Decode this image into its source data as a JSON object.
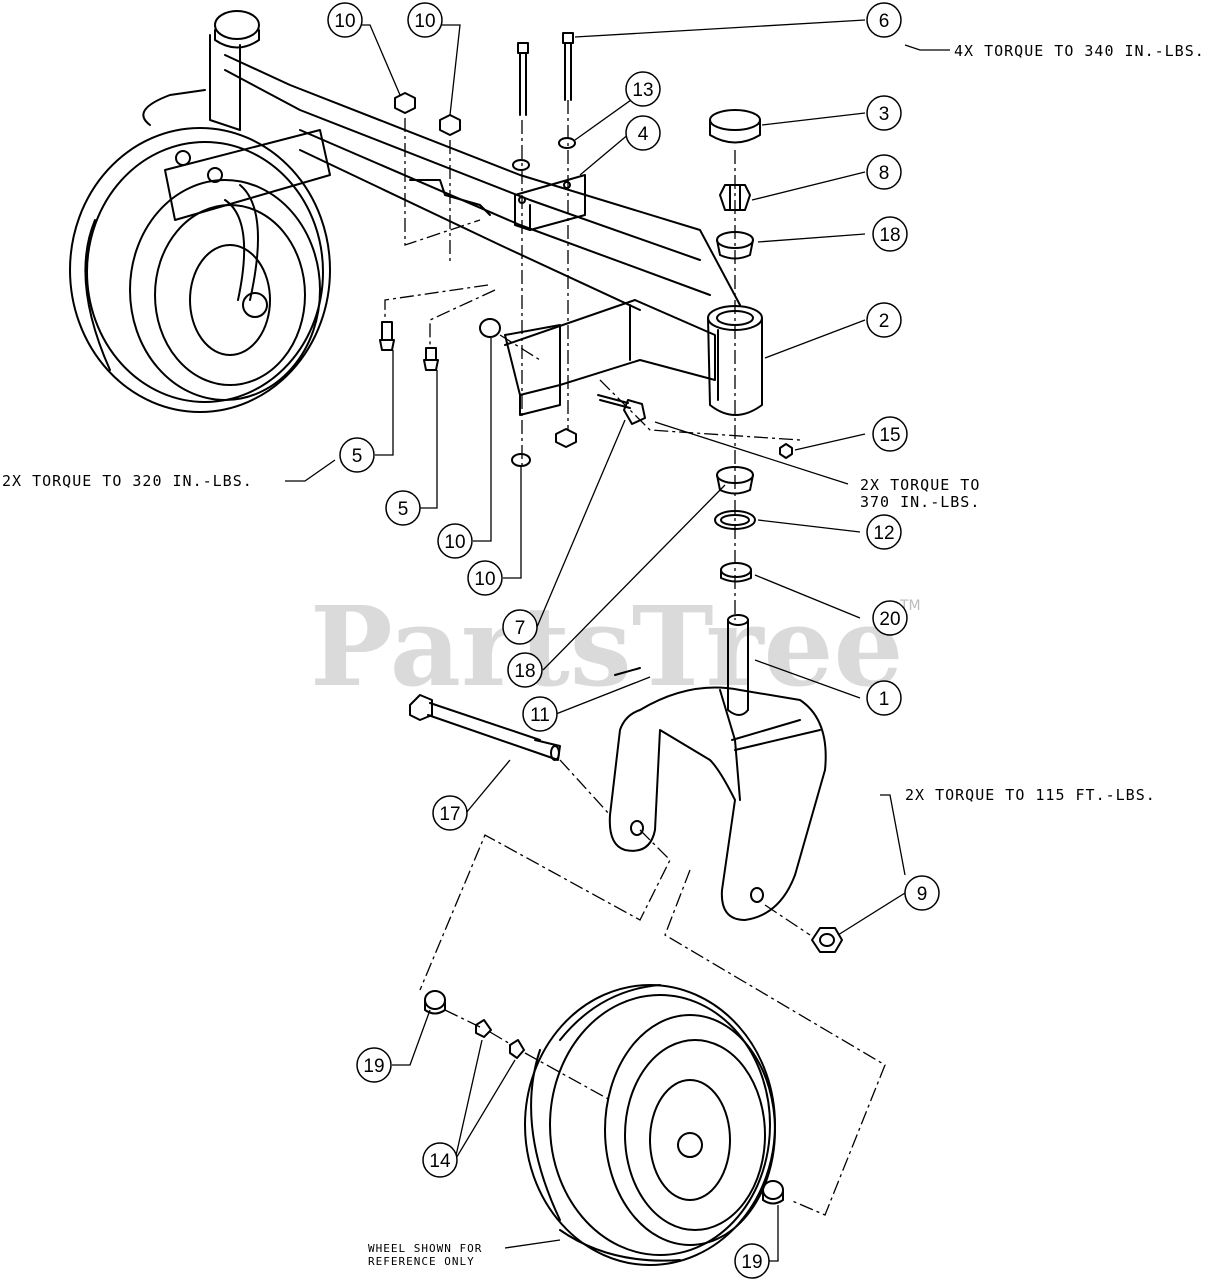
{
  "callouts": {
    "c1": "1",
    "c2": "2",
    "c3": "3",
    "c4": "4",
    "c5a": "5",
    "c5b": "5",
    "c6": "6",
    "c7": "7",
    "c8": "8",
    "c9": "9",
    "c10a": "10",
    "c10b": "10",
    "c10c": "10",
    "c10d": "10",
    "c11": "11",
    "c12": "12",
    "c13": "13",
    "c14": "14",
    "c15": "15",
    "c17": "17",
    "c18a": "18",
    "c18b": "18",
    "c19a": "19",
    "c19b": "19",
    "c20": "20"
  },
  "notes": {
    "torque_340": "4X TORQUE TO 340 IN.-LBS.",
    "torque_320": "2X TORQUE TO 320 IN.-LBS.",
    "torque_370_line1": "2X TORQUE TO",
    "torque_370_line2": "370 IN.-LBS.",
    "torque_115": "2X TORQUE TO 115 FT.-LBS.",
    "wheel_ref_line1": "WHEEL SHOWN FOR",
    "wheel_ref_line2": "REFERENCE ONLY"
  },
  "watermark": {
    "text": "PartsTree",
    "tm": "TM"
  }
}
